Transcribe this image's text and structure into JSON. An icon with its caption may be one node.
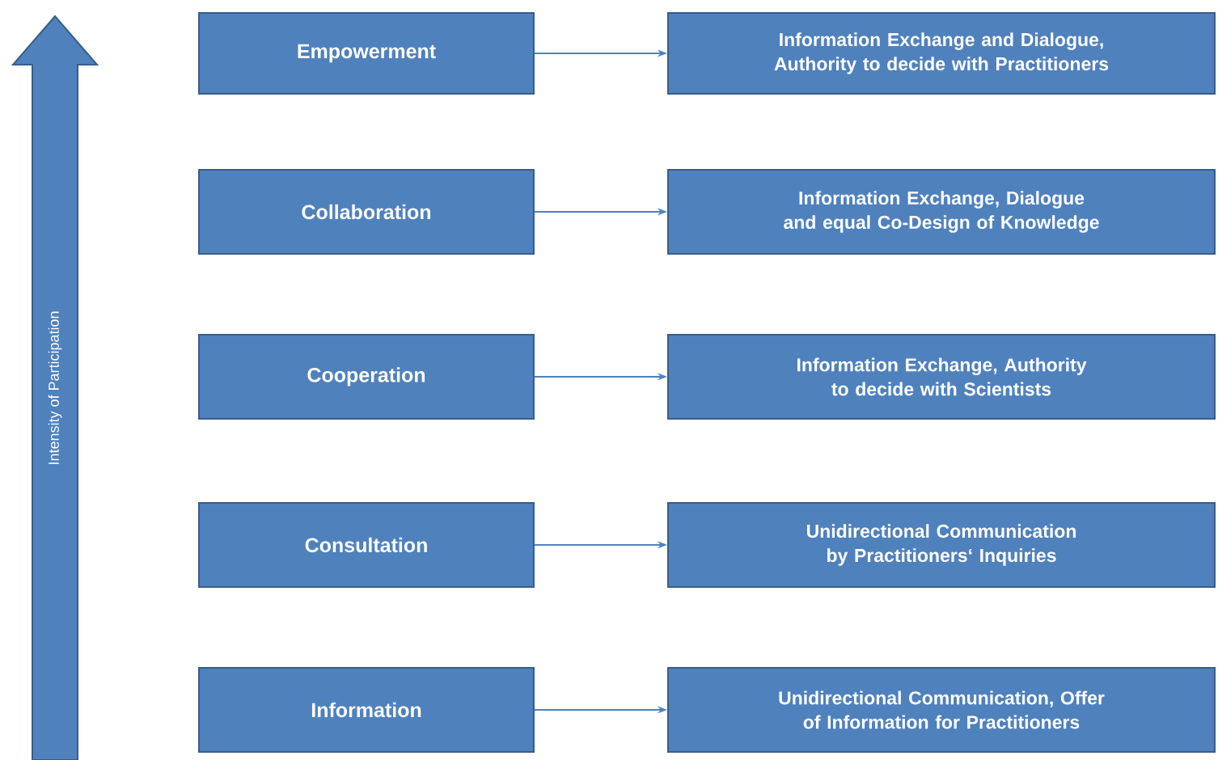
{
  "diagram": {
    "nodes": [
      {
        "text": [
          "Intensity of Participation"
        ]
      },
      {
        "text": [
          "Empowerment"
        ]
      },
      {
        "text": [
          "Information Exchange and Dialogue, Authority to decide with Practitioners"
        ]
      },
      {
        "text": [
          "Collaboration"
        ]
      },
      {
        "text": [
          "Information Exchange, Dialogue and equal Co-Design of Knowledge"
        ]
      },
      {
        "text": [
          "Cooperation"
        ]
      },
      {
        "text": [
          "Information Exchange, Authority to decide with Scientists"
        ]
      },
      {
        "text": [
          "Consultation"
        ]
      },
      {
        "text": [
          "Unidirectional Communication by Practitioners‘ Inquiries"
        ]
      },
      {
        "text": [
          "Information"
        ]
      },
      {
        "text": [
          "Unidirectional Communication, Offer of Information for Practitioners"
        ]
      }
    ],
    "edges": [
      {
        "from": 1,
        "to": 2,
        "arrow": "to"
      },
      {
        "from": 3,
        "to": 4,
        "arrow": "to"
      },
      {
        "from": 5,
        "to": 6,
        "arrow": "to"
      },
      {
        "from": 7,
        "to": 8,
        "arrow": "to"
      },
      {
        "from": 9,
        "to": 10,
        "arrow": "to"
      }
    ]
  }
}
